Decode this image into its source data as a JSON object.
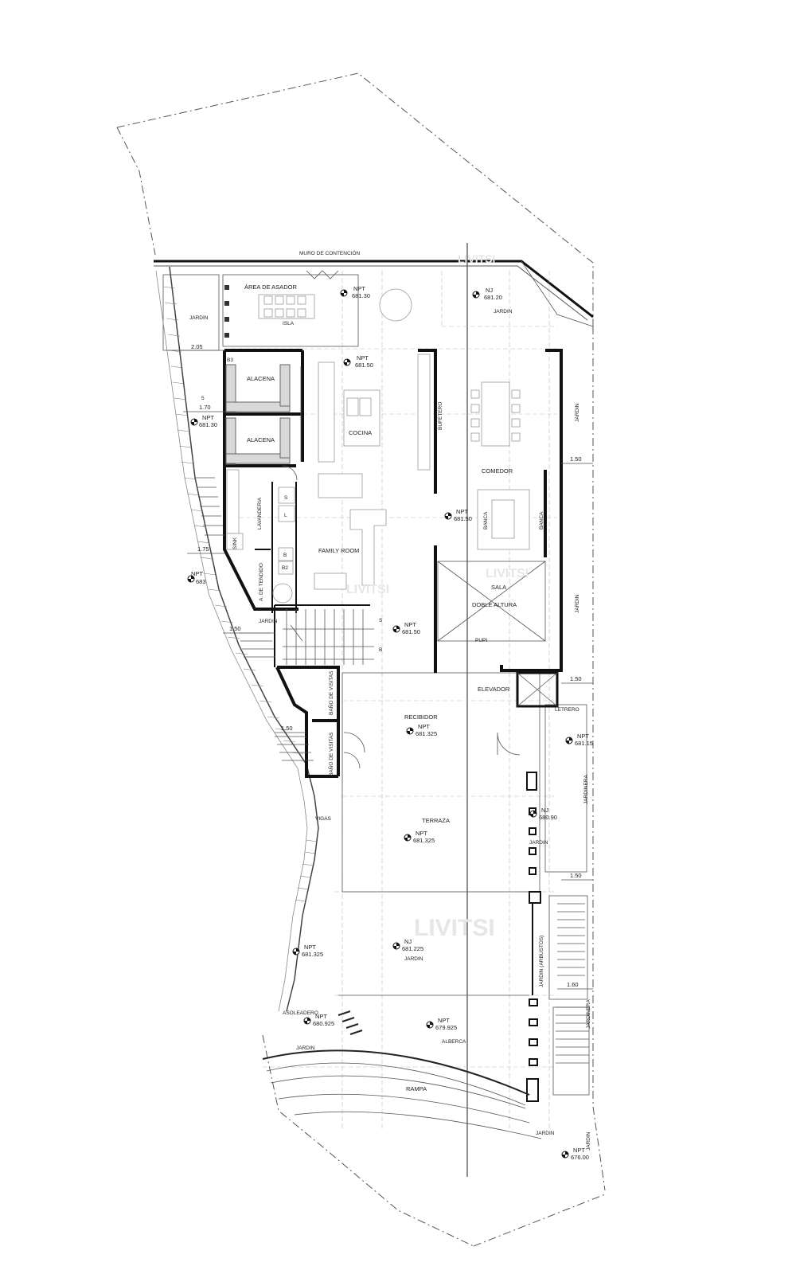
{
  "labels": {
    "muro": "MURO DE CONTENCIÓN",
    "asador": "ÁREA DE ASADOR",
    "isla": "ISLA",
    "jardin_nw": "JARDIN",
    "jardin_ne": "JARDIN",
    "jardin_e1": "JARDIN",
    "jardin_e2": "JARDIN",
    "jardin_w": "JARDIN",
    "jardin_mid": "JARDIN",
    "jardin_se": "JARDIN",
    "jardin_sw": "JARDIN",
    "jardin_s1": "JARDIN",
    "jardin_s2": "JARDIN",
    "jardin_arbustos": "JARDIN (ARBUSTOS)",
    "jardinera_1": "JARDINERA",
    "jardinera_2": "JARDINERA",
    "b3": "B3",
    "alacena_1": "ALACENA",
    "alacena_2": "ALACENA",
    "cocina": "COCINA",
    "bufetero": "BUFETERO",
    "comedor": "COMEDOR",
    "banca_1": "BANCA",
    "banca_2": "BANCA",
    "lavanderia": "LAVANDERIA",
    "sink": "SINK",
    "s": "S",
    "l": "L",
    "b": "B",
    "b2": "B2",
    "tendido": "A. DE TENDIDO",
    "family": "FAMILY ROOM",
    "sala": "SALA",
    "doble": "DOBLE ALTURA",
    "pupi": "PUPI",
    "elevador": "ELEVADOR",
    "bano_1": "BAÑO DE VISITAS",
    "bano_2": "BAÑO DE VISITAS",
    "recibidor": "RECIBIDOR",
    "terraza": "TERRAZA",
    "vigas": "VIGAS",
    "asoleadero": "ASOLEADERO",
    "alberca": "ALBERCA",
    "rampa": "RAMPA",
    "stair_s": "S",
    "stair_b": "B",
    "letrero": "LETRERO",
    "watermark": "LIVITSI"
  },
  "levels": [
    {
      "id": "l1",
      "tag": "NPT",
      "value": "681.30"
    },
    {
      "id": "l2",
      "tag": "NJ",
      "value": "681.20"
    },
    {
      "id": "l3",
      "tag": "NPT",
      "value": "681.50"
    },
    {
      "id": "l4",
      "tag": "NPT",
      "value": "681.30"
    },
    {
      "id": "l5",
      "tag": "NPT",
      "value": "681.50"
    },
    {
      "id": "l6",
      "tag": "NPT",
      "value": "683"
    },
    {
      "id": "l7",
      "tag": "NPT",
      "value": "681.50"
    },
    {
      "id": "l8",
      "tag": "NPT",
      "value": "681.325"
    },
    {
      "id": "l9",
      "tag": "NPT",
      "value": "681.15"
    },
    {
      "id": "l10",
      "tag": "NJ",
      "value": "680.90"
    },
    {
      "id": "l11",
      "tag": "NPT",
      "value": "681.325"
    },
    {
      "id": "l12",
      "tag": "NPT",
      "value": "681.325"
    },
    {
      "id": "l13",
      "tag": "NJ",
      "value": "681.225"
    },
    {
      "id": "l14",
      "tag": "NPT",
      "value": "680.925"
    },
    {
      "id": "l15",
      "tag": "NPT",
      "value": "679.925"
    },
    {
      "id": "l16",
      "tag": "NPT",
      "value": "676.00"
    }
  ],
  "dimensions": {
    "d_205": "2.05",
    "d_170": "1.70",
    "d_5": "5",
    "d_175": "1.75",
    "d_150_w1": "1.50",
    "d_150_w2": "1.50",
    "d_150_e1": "1.50",
    "d_150_e2": "1.50",
    "d_150_e3": "1.50",
    "d_160": "1.60"
  }
}
